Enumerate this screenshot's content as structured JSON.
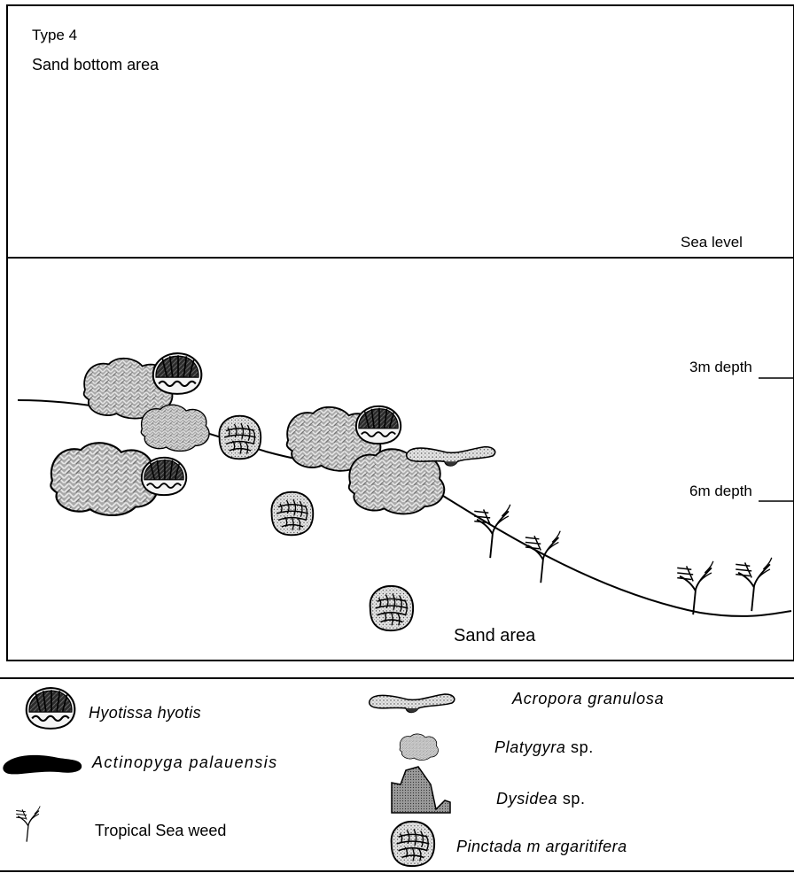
{
  "diagram": {
    "type_label": "Type 4",
    "area_label": "Sand bottom area",
    "sea_level_label": "Sea level",
    "depth_3m_label": "3m depth",
    "depth_6m_label": "6m depth",
    "sand_label": "Sand area"
  },
  "legend": {
    "hyotissa": "Hyotissa hyotis",
    "actinopyga": "Actinopyga palauensis",
    "seaweed": "Tropical Sea weed",
    "acropora": "Acropora granulosa",
    "platygyra_genus": "Platygyra",
    "platygyra_suffix": " sp.",
    "dysidea_genus": "Dysidea",
    "dysidea_suffix": " sp.",
    "pinctada": "Pinctada m argaritifera"
  },
  "colors": {
    "line": "#000000",
    "background": "#ffffff",
    "coral_fill": "#a8a8a8",
    "oyster_fill": "#2a2a2a",
    "speckle_fill": "#e4e4e4",
    "sponge_fill": "#9a9a9a"
  }
}
